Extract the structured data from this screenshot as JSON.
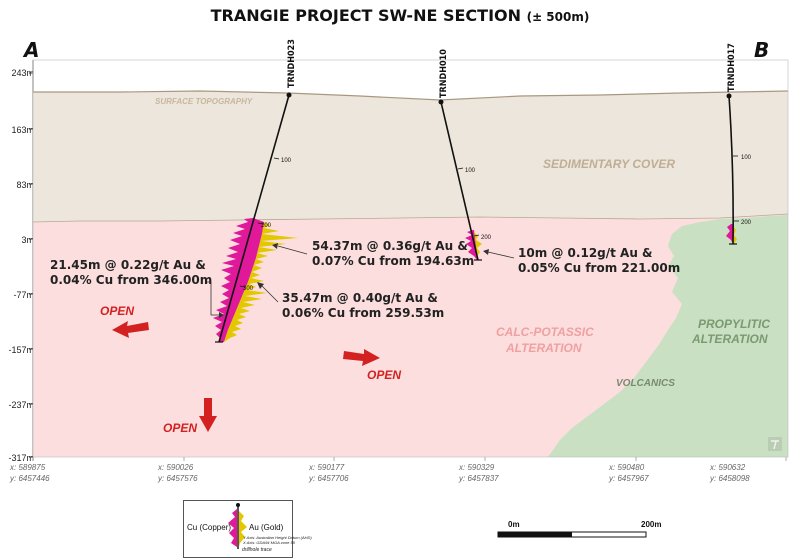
{
  "title": {
    "main": "TRANGIE PROJECT SW-NE SECTION",
    "sub": "(± 500m)"
  },
  "corners": {
    "left": "A",
    "right": "B"
  },
  "y_axis": [
    "243m",
    "163m",
    "83m",
    "3m",
    "-77m",
    "-157m",
    "-237m",
    "-317m"
  ],
  "x_axis": [
    {
      "x": "x: 589875",
      "y": "y: 6457446"
    },
    {
      "x": "x: 590026",
      "y": "y: 6457576"
    },
    {
      "x": "x: 590177",
      "y": "y: 6457706"
    },
    {
      "x": "x: 590329",
      "y": "y: 6457837"
    },
    {
      "x": "x: 590480",
      "y": "y: 6457967"
    },
    {
      "x": "x: 590632",
      "y": "y: 6458098"
    }
  ],
  "zones": {
    "surface": "SURFACE TOPOGRAPHY",
    "sedimentary": "SEDIMENTARY COVER",
    "calc1": "CALC-POTASSIC",
    "calc2": "ALTERATION",
    "prop1": "PROPYLITIC",
    "prop2": "ALTERATION",
    "volcanics": "VOLCANICS"
  },
  "holes": [
    {
      "name": "TRNDH023",
      "ticks": [
        "100",
        "200",
        "300"
      ]
    },
    {
      "name": "TRNDH010",
      "ticks": [
        "100",
        "200"
      ]
    },
    {
      "name": "TRNDH017",
      "ticks": [
        "100",
        "200"
      ]
    }
  ],
  "annotations": {
    "a1": [
      "21.45m @ 0.22g/t Au &",
      "0.04% Cu from 346.00m"
    ],
    "a2": [
      "54.37m @ 0.36g/t Au &",
      "0.07% Cu from 194.63m"
    ],
    "a3": [
      "35.47m @ 0.40g/t Au &",
      "0.06% Cu from 259.53m"
    ],
    "a4": [
      "10m @ 0.12g/t Au &",
      "0.05% Cu from 221.00m"
    ]
  },
  "open_labels": [
    "OPEN",
    "OPEN",
    "OPEN"
  ],
  "legend": {
    "cu": "Cu (Copper)",
    "au": "Au (Gold)",
    "trace": "drillhole trace",
    "yaxis_note": "Y Axis: Australian Height Datum (AHD)",
    "xaxis_note": "X Axis: GDA94 MGA zone 55"
  },
  "scale": {
    "start": "0m",
    "end": "200m"
  },
  "colors": {
    "cover": "#ede6dc",
    "calc": "#fcdede",
    "prop": "#c9e0c2",
    "cu": "#e0189a",
    "au": "#e3c800",
    "arrow": "#d32020"
  }
}
